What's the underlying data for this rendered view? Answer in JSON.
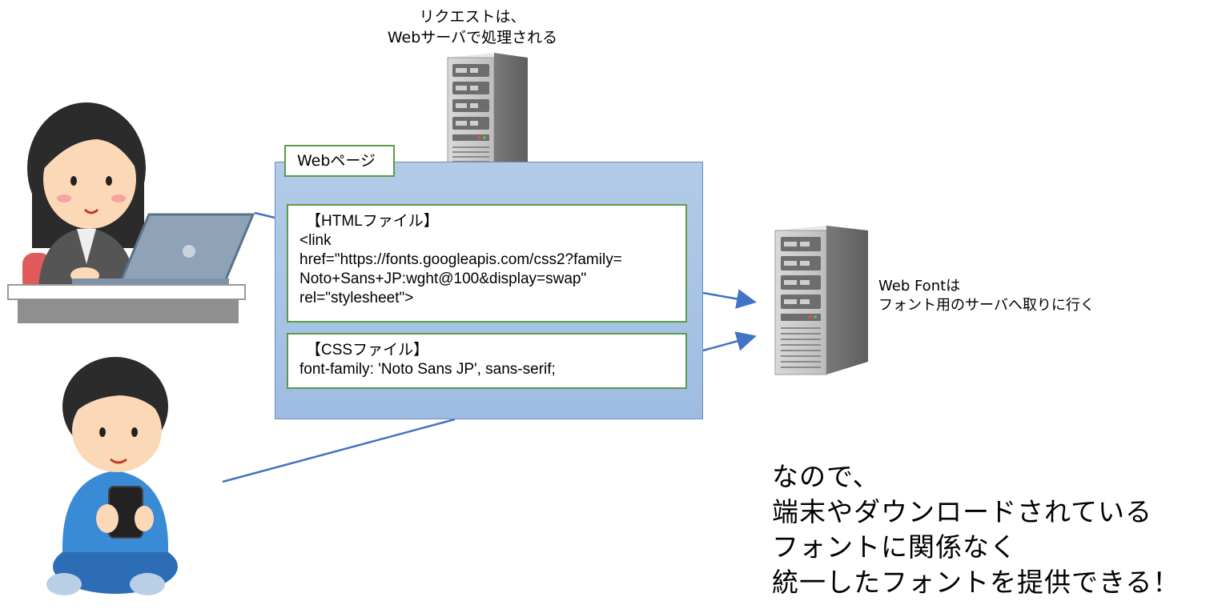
{
  "server_caption": {
    "line1": "リクエストは、",
    "line2": "Webサーバで処理される"
  },
  "webpage": {
    "tab_label": "Webページ",
    "html_file": {
      "title": "【HTMLファイル】",
      "lines": [
        "<link",
        "href=\"https://fonts.googleapis.com/css2?family=",
        "Noto+Sans+JP:wght@100&display=swap\"",
        "rel=\"stylesheet\">"
      ]
    },
    "css_file": {
      "title": "【CSSファイル】",
      "line": "font-family: 'Noto Sans JP', sans-serif;"
    }
  },
  "font_server_caption": {
    "line1": "Web Fontは",
    "line2": "フォント用のサーバへ取りに行く"
  },
  "conclusion": {
    "line1": "なので、",
    "line2": "端末やダウンロードされている",
    "line3": "フォントに関係なく",
    "line4": "統一したフォントを提供できる！"
  },
  "colors": {
    "panel_fill": "#a9c4e6",
    "box_border": "#5a9d45",
    "arrow": "#4472c4",
    "server_body": "#8c8c8c"
  }
}
